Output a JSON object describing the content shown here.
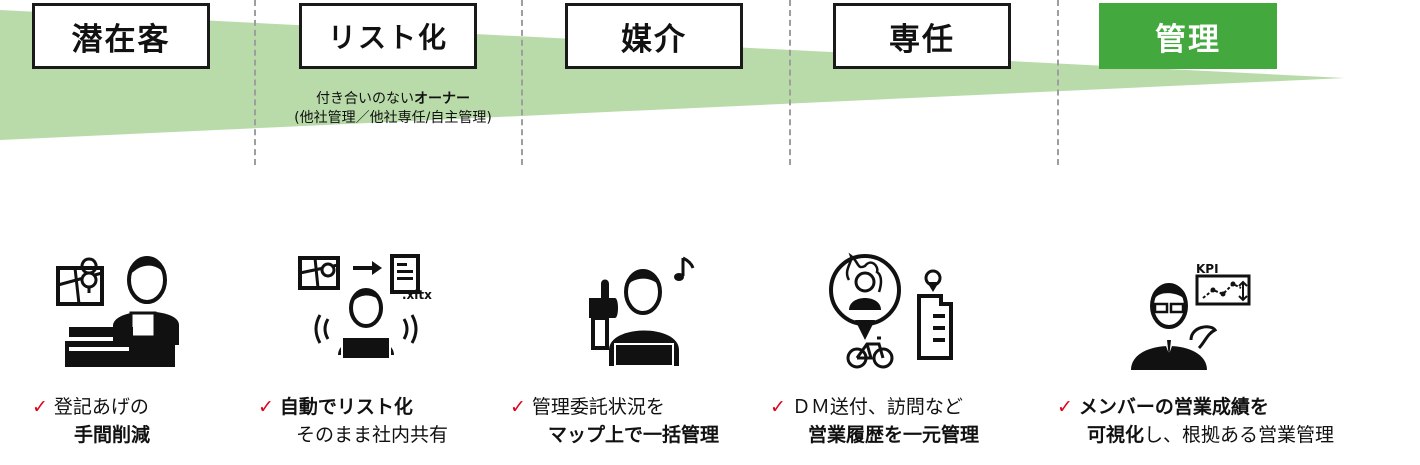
{
  "stages": [
    {
      "label": "潜在客"
    },
    {
      "label": "リスト化"
    },
    {
      "label": "媒介"
    },
    {
      "label": "専任"
    },
    {
      "label": "管理",
      "active": true
    }
  ],
  "note": {
    "line1_a": "付き合いのない",
    "line1_b": "オーナー",
    "line2": "(他社管理／他社専任/自主管理)"
  },
  "icons": {
    "file_ext": ".xltx",
    "kpi": "KPI"
  },
  "features": [
    {
      "check": "✓",
      "line1": "登記あげの",
      "line2": "手間削減"
    },
    {
      "check": "✓",
      "line1": "自動でリスト化",
      "line2": "そのまま社内共有"
    },
    {
      "check": "✓",
      "line1": "管理委託状況を",
      "line2": "マップ上で一括管理"
    },
    {
      "check": "✓",
      "line1": "ＤＭ送付、訪問など",
      "line2": "営業履歴を一元管理"
    },
    {
      "check": "✓",
      "line1_bold": "メンバーの営業成績を",
      "line2_bold": "可視化",
      "line2_rest": "し、根拠ある営業管理"
    }
  ],
  "colors": {
    "band": "#b9dbaa",
    "active_stage": "#43a83d",
    "check": "#e0001b"
  }
}
